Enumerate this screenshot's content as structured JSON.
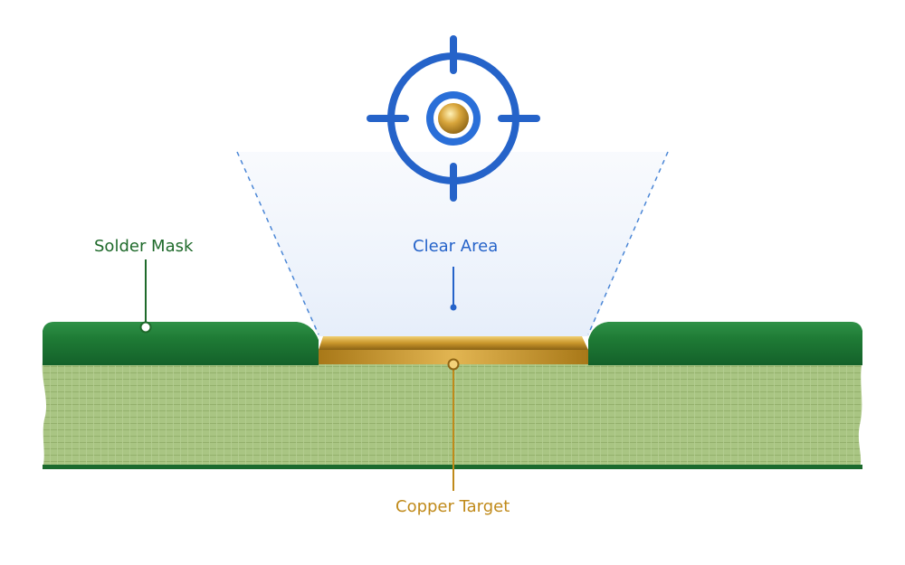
{
  "labels": {
    "solder_mask": "Solder Mask",
    "clear_area": "Clear Area",
    "copper_target": "Copper Target"
  },
  "icons": {
    "target": "crosshair-target-icon"
  },
  "colors": {
    "solder_mask_green": "#1f7a34",
    "substrate_green": "#a9c583",
    "copper_gold": "#c9962b",
    "accent_blue": "#2563c9",
    "label_green": "#1f6a2b",
    "label_gold": "#c08a1a"
  }
}
